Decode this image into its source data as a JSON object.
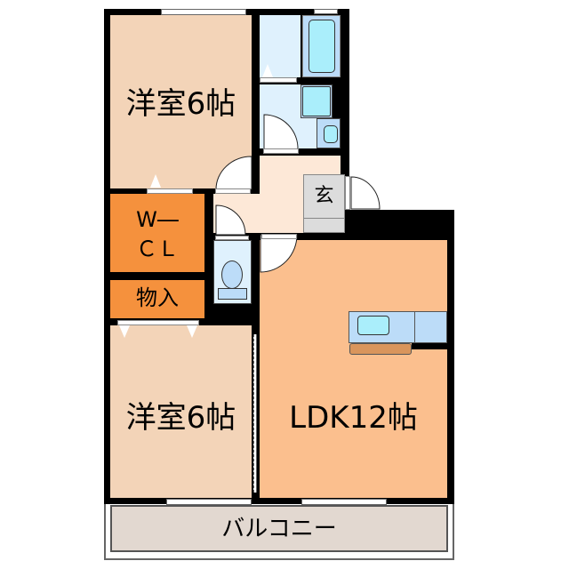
{
  "floorplan": {
    "rooms": {
      "western_room_1": {
        "label": "洋室6帖",
        "color": "#f3d4b8"
      },
      "western_room_2": {
        "label": "洋室6帖",
        "color": "#f3d4b8"
      },
      "ldk": {
        "label": "LDK12帖",
        "color": "#fbbf8e"
      },
      "walk_in_closet": {
        "label_line1": "W―",
        "label_line2": "ＣＬ",
        "color": "#f5913d"
      },
      "storage": {
        "label": "物入",
        "color": "#f5913d"
      },
      "entrance": {
        "label": "玄",
        "color": "#dcdcdc"
      },
      "hallway": {
        "color": "#fde8d7"
      },
      "bathroom": {
        "color": "#dff1fd"
      },
      "toilet": {
        "color": "#dff1fd"
      },
      "balcony": {
        "label": "バルコニー",
        "color": "#e2d8d0"
      }
    },
    "fixtures": {
      "bathtub_color": "#aaeefb",
      "fixture_bg": "#bcdcf8",
      "counter_color": "#d9955c"
    },
    "wall_color": "#000000"
  }
}
